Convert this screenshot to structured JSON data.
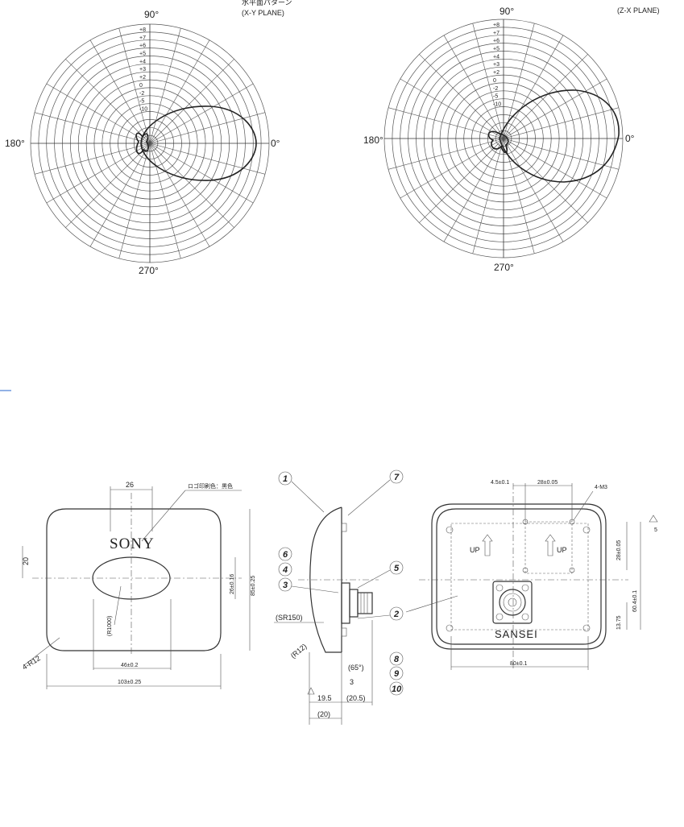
{
  "polar_xy": {
    "title_jp": "水平面パターン",
    "title": "(X-Y PLANE)",
    "label_90": "90°",
    "label_0": "0°",
    "label_180": "180°",
    "label_270": "270°",
    "ring_labels": [
      "+8",
      "+7",
      "+6",
      "+5",
      "+4",
      "+3",
      "+2",
      "0",
      "-2",
      "-5",
      "-10"
    ]
  },
  "polar_zx": {
    "title": "(Z-X PLANE)",
    "label_90": "90°",
    "label_0": "0°",
    "label_180": "180°",
    "label_270": "270°",
    "ring_labels": [
      "+8",
      "+7",
      "+6",
      "+5",
      "+4",
      "+3",
      "+2",
      "0",
      "-2",
      "-5",
      "-10"
    ]
  },
  "front_view": {
    "dim_top": "26",
    "logo_note": "ロゴ印刷色：黒色",
    "logo": "SONY",
    "dim_left": "20",
    "dim_right_inner": "26±0.16",
    "dim_right_outer": "85±0.25",
    "radius_label": "(R1000)",
    "dim_bottom_inner": "46±0.2",
    "dim_bottom_outer": "103±0.25",
    "corner": "4-R12"
  },
  "side_view": {
    "balloons": [
      "1",
      "7",
      "6",
      "4",
      "3",
      "5",
      "2",
      "8",
      "9",
      "10"
    ],
    "sr": "(SR150)",
    "r12": "(R12)",
    "angle": "(65°)",
    "dim_3": "3",
    "dim_195": "19.5",
    "dim_205": "(20.5)",
    "dim_20": "(20)"
  },
  "back_view": {
    "dim_45": "4.5±0.1",
    "dim_28a": "28±0.05",
    "holes": "4-M3",
    "rev": "5",
    "dim_28b": "28±0.05",
    "dim_604": "60.4±0.1",
    "dim_1375": "13.75",
    "up1": "UP",
    "up2": "UP",
    "brand": "SANSEI",
    "dim_80": "80±0.1"
  }
}
